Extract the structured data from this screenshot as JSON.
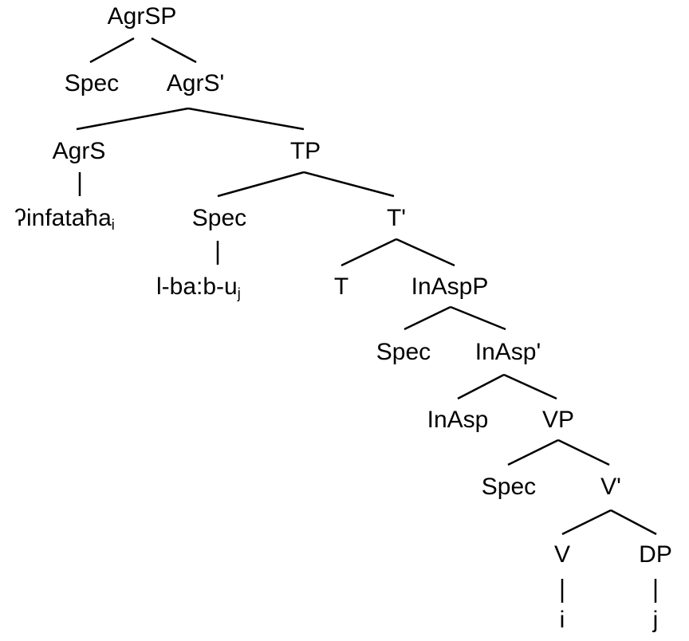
{
  "tree": {
    "nodes": {
      "agrsp": "AgrSP",
      "spec_agrs": "Spec",
      "agrs_bar": "AgrS'",
      "agrs": "AgrS",
      "tp": "TP",
      "agrs_word": "ʔinfataħa",
      "agrs_word_sub": "i",
      "spec_t": "Spec",
      "t_bar": "T'",
      "spec_t_word": "l-ba:b-u",
      "spec_t_word_sub": "j",
      "t": "T",
      "inaspp": "InAspP",
      "spec_inasp": "Spec",
      "inasp_bar": "InAsp'",
      "inasp": "InAsp",
      "vp": "VP",
      "spec_v": "Spec",
      "v_bar": "V'",
      "v": "V",
      "dp": "DP",
      "v_trace": "i",
      "dp_trace": "j"
    }
  }
}
